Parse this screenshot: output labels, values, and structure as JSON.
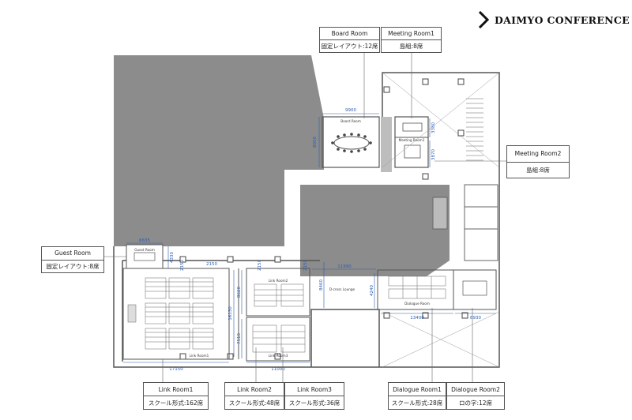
{
  "brand": {
    "name": "DAIMYO CONFERENCE"
  },
  "callouts": [
    {
      "name": "Board Room",
      "capacity": "固定レイアウト:12席"
    },
    {
      "name": "Meeting Room1",
      "capacity": "島組:8席"
    },
    {
      "name": "Meeting Room2",
      "capacity": "島組:8席"
    },
    {
      "name": "Guest Room",
      "capacity": "固定レイアウト:8席"
    },
    {
      "name": "Link Room1",
      "capacity": "スクール形式:162席"
    },
    {
      "name": "Link Room2",
      "capacity": "スクール形式:48席"
    },
    {
      "name": "Link Room3",
      "capacity": "スクール形式:36席"
    },
    {
      "name": "Dialogue Room1",
      "capacity": "スクール形式:28席"
    },
    {
      "name": "Dialogue Room2",
      "capacity": "ロの字:12席"
    }
  ],
  "plan_labels": {
    "board_room": "Board Room",
    "meeting_room1": "Meeting Room1",
    "guest_room": "Guest Room",
    "link_room1": "Link Room1",
    "link_room2": "Link Room2",
    "link_room3": "Link Room3",
    "dialogue_room": "Dialogue Room",
    "d_cross_lounge": "D-cross Lounge"
  },
  "dimensions": {
    "board_width": "9900",
    "board_height": "8050",
    "meeting1_height": "3380",
    "meeting2_height": "3870",
    "guest_width": "6635",
    "guest_height": "4330",
    "corridor1": "2150",
    "corridor2": "2150",
    "corridor3": "2150",
    "corridor4": "2150",
    "link_height": "16130",
    "link2_height": "8620",
    "link3_height": "7510",
    "link1_width": "17150",
    "link23_width": "11000",
    "lounge_width": "11990",
    "lounge_height": "8460",
    "dialogue_height": "4240",
    "dialogue_width": "13400",
    "dialogue2_width": "6930"
  }
}
